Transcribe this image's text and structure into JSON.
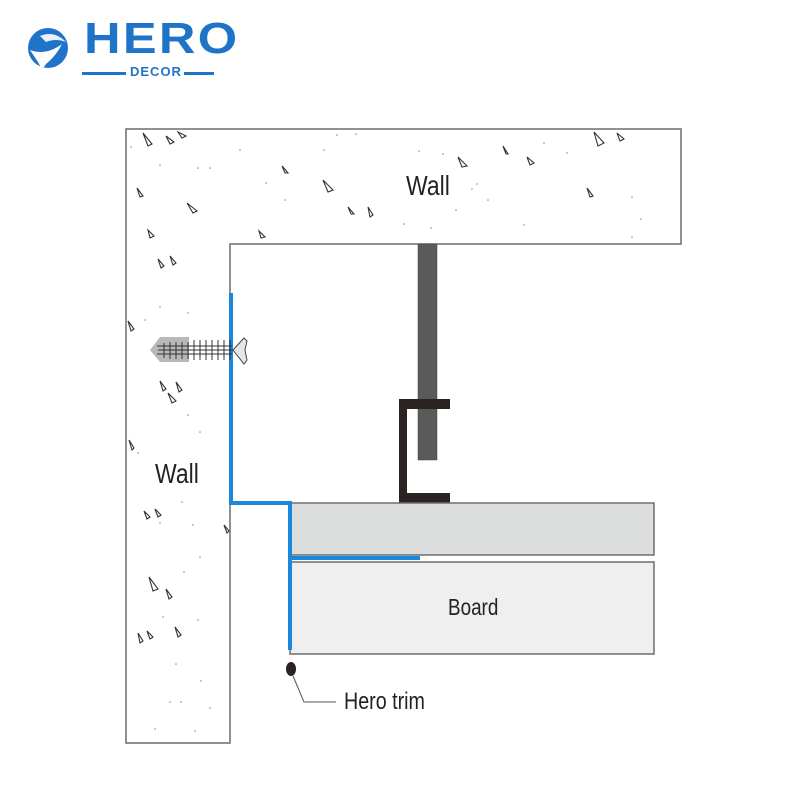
{
  "logo": {
    "title": "HERO",
    "subtitle": "DECOR",
    "brand_color": "#1f74c8",
    "icon": "hero-globe-icon"
  },
  "diagram": {
    "labels": {
      "wall_top": "Wall",
      "wall_left": "Wall",
      "board": "Board",
      "callout": "Hero trim"
    },
    "colors": {
      "wall_outline": "#6d6d6d",
      "trim": "#1b88df",
      "hanger_rod": "#5a5a5a",
      "channel": "#2b2322",
      "board_top_fill": "#dcdddd",
      "board_bottom_fill": "#efefef",
      "board_outline": "#6e6e6e",
      "screw": "#c9c9c9"
    },
    "components": [
      "concrete wall",
      "hanger rod",
      "C-channel",
      "screw anchor",
      "upper board",
      "lower board",
      "Hero trim"
    ]
  }
}
